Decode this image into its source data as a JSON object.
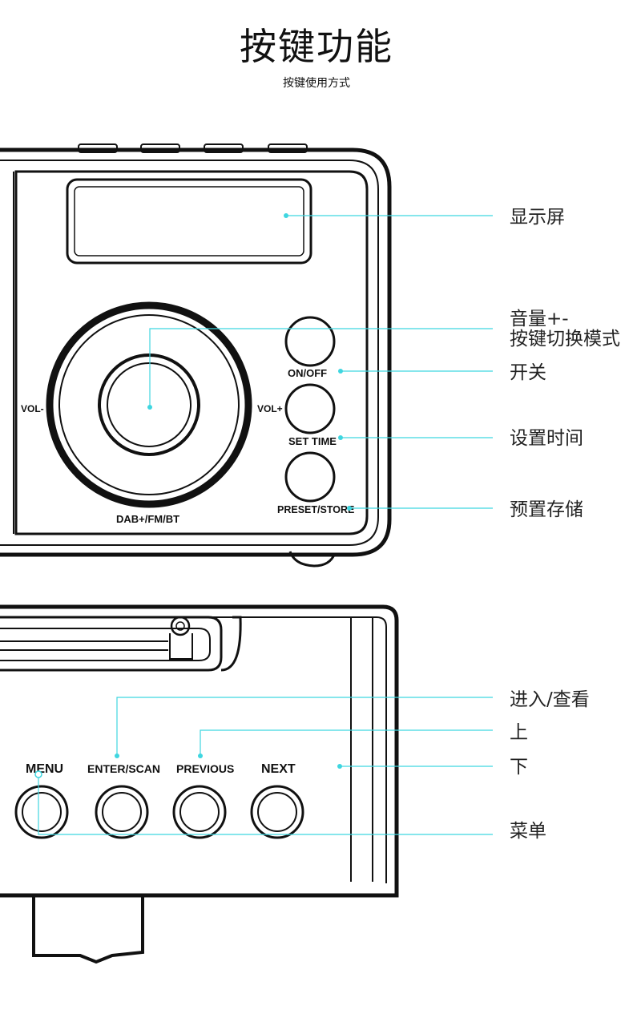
{
  "header": {
    "title": "按键功能",
    "subtitle": "按键使用方式"
  },
  "device_front": {
    "dial_left_label": "VOL-",
    "dial_right_label": "VOL+",
    "dial_bottom_label": "DAB+/FM/BT",
    "buttons": [
      "ON/OFF",
      "SET TIME",
      "PRESET/STORE"
    ]
  },
  "device_top": {
    "buttons": [
      "MENU",
      "ENTER/SCAN",
      "PREVIOUS",
      "NEXT"
    ]
  },
  "callouts": {
    "display": "显示屏",
    "volume_line1": "音量+-",
    "volume_line2": "按键切换模式",
    "power": "开关",
    "set_time": "设置时间",
    "preset": "预置存储",
    "enter": "进入/查看",
    "up": "上",
    "down": "下",
    "menu": "菜单"
  },
  "colors": {
    "leader_line": "#3fd6e0",
    "outline": "#111111"
  }
}
